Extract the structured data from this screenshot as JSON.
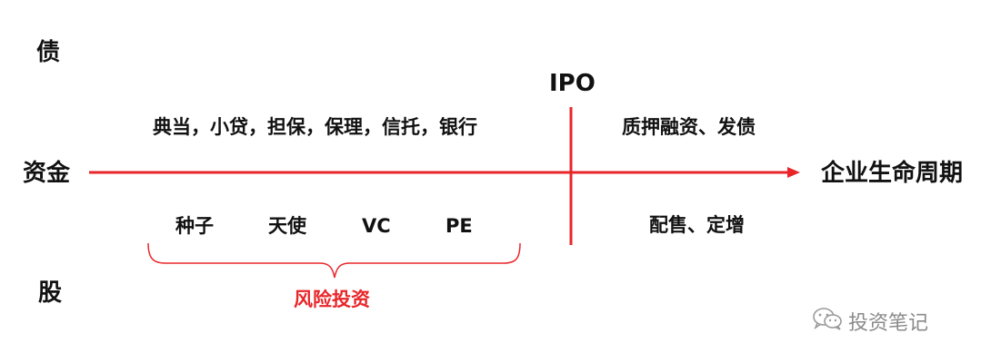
{
  "labels": {
    "debt": "债",
    "capital": "资金",
    "equity": "股",
    "ipo": "IPO",
    "lifecycle": "企业生命周期",
    "debt_pre_ipo": "典当，小贷，担保，保理，信托，银行",
    "debt_post_ipo": "质押融资、发债",
    "equity_post_ipo": "配售、定增",
    "venture_capital": "风险投资"
  },
  "stages": [
    "种子",
    "天使",
    "VC",
    "PE"
  ],
  "watermark": {
    "text": "投资笔记",
    "icon": "wechat-icon"
  },
  "colors": {
    "accent": "#e8262a",
    "text": "#111111",
    "watermark": "#8a8a8a"
  }
}
